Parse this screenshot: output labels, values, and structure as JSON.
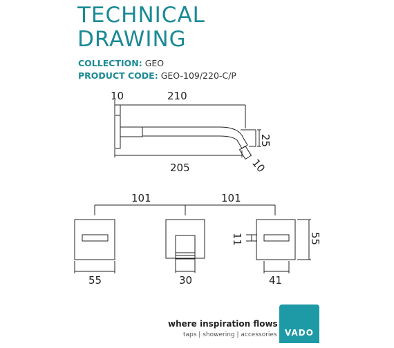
{
  "header": {
    "title_line1": "TECHNICAL",
    "title_line2": "DRAWING"
  },
  "meta": {
    "collection_label": "COLLECTION:",
    "collection_value": "GEO",
    "code_label": "PRODUCT CODE:",
    "code_value": "GEO-109/220-C/P"
  },
  "spout": {
    "dim_top_left": "10",
    "dim_top": "210",
    "dim_right": "25",
    "dim_tip": "10",
    "dim_bottom": "205"
  },
  "controls": {
    "spacing_left": "101",
    "spacing_right": "101",
    "left_width": "55",
    "center_width": "30",
    "right_width": "41",
    "height": "55",
    "slot": "11"
  },
  "footer": {
    "tagline": "where inspiration flows",
    "subline": "taps | showering | accessories",
    "brand": "VADO"
  },
  "colors": {
    "accent": "#1b8a96",
    "logo": "#1e9aa6"
  }
}
